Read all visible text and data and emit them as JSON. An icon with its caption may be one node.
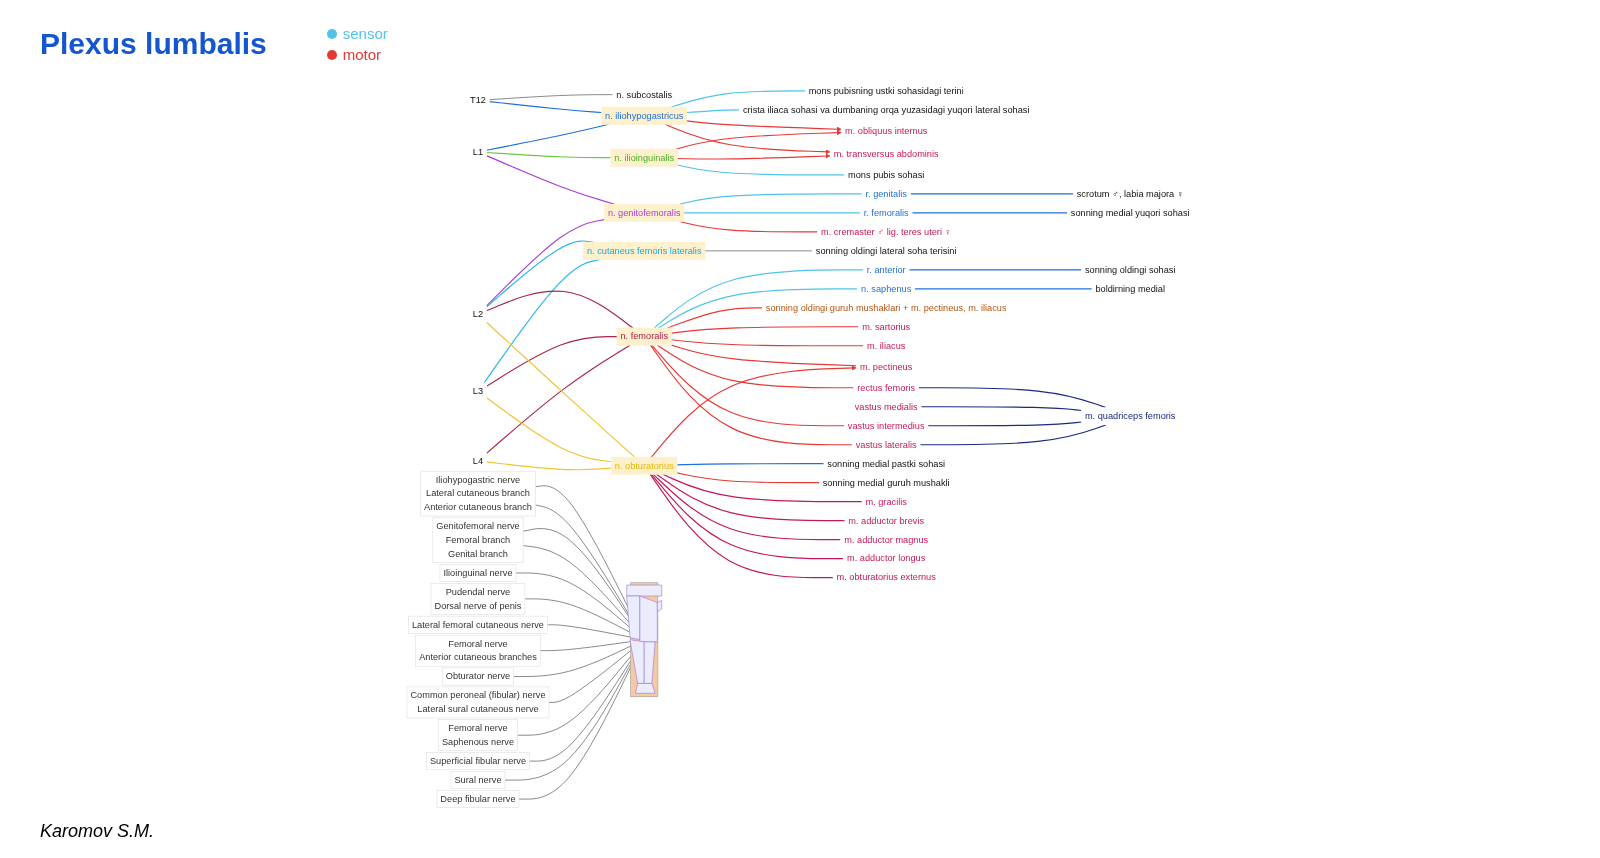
{
  "diagram": {
    "title": "Plexus lumbalis",
    "nodes": [
      {
        "text": [
          "T12"
        ]
      },
      {
        "text": [
          "L1"
        ]
      },
      {
        "text": [
          "L2"
        ]
      },
      {
        "text": [
          "L3"
        ]
      },
      {
        "text": [
          "L4"
        ]
      },
      {
        "text": [
          "n. subcostalis"
        ]
      },
      {
        "text": [
          "n. iliohypogastricus"
        ]
      },
      {
        "text": [
          "n. ilioinguinalis"
        ]
      },
      {
        "text": [
          "n. genitofemoralis"
        ]
      },
      {
        "text": [
          "n. cutaneus femoris lateralis"
        ]
      },
      {
        "text": [
          "n. femoralis"
        ]
      },
      {
        "text": [
          "n. obturatorius"
        ]
      },
      {
        "text": [
          "mons pubisning ustki sohasidagi terini"
        ]
      },
      {
        "text": [
          "crista iliaca sohasi va dumbaning orqa yuzasidagi yuqori lateral sohasi"
        ]
      },
      {
        "text": [
          "m. obliquus internus"
        ]
      },
      {
        "text": [
          "m. transversus abdominis"
        ]
      },
      {
        "text": [
          "mons pubis sohasi"
        ]
      },
      {
        "text": [
          "r. genitalis"
        ]
      },
      {
        "text": [
          "scrotum ♂, labia majora ♀"
        ]
      },
      {
        "text": [
          "r. femoralis"
        ]
      },
      {
        "text": [
          "sonning medial yuqori sohasi"
        ]
      },
      {
        "text": [
          "m. cremaster ♂ lig. teres uteri ♀"
        ]
      },
      {
        "text": [
          "sonning oldingi lateral soha terisini"
        ]
      },
      {
        "text": [
          "r. anterior"
        ]
      },
      {
        "text": [
          "sonning oldingi sohasi"
        ]
      },
      {
        "text": [
          "n. saphenus"
        ]
      },
      {
        "text": [
          "boldirning medial"
        ]
      },
      {
        "text": [
          "sonning oldingi guruh mushaklari + m. pectineus, m. iliacus"
        ]
      },
      {
        "text": [
          "m. sartorius"
        ]
      },
      {
        "text": [
          "m. iliacus"
        ]
      },
      {
        "text": [
          "m. pectineus"
        ]
      },
      {
        "text": [
          "rectus femoris"
        ]
      },
      {
        "text": [
          "vastus medialis"
        ]
      },
      {
        "text": [
          "vastus intermedius"
        ]
      },
      {
        "text": [
          "vastus lateralis"
        ]
      },
      {
        "text": [
          "m. quadriceps femoris"
        ]
      },
      {
        "text": [
          "sonning medial pastki sohasi"
        ]
      },
      {
        "text": [
          "sonning medial guruh mushakli"
        ]
      },
      {
        "text": [
          "m. gracilis"
        ]
      },
      {
        "text": [
          "m. adductor brevis"
        ]
      },
      {
        "text": [
          "m. adductor magnus"
        ]
      },
      {
        "text": [
          "m. adductor longus"
        ]
      },
      {
        "text": [
          "m. obturatorius externus"
        ]
      },
      {
        "text": [],
        "shape": "picture"
      },
      {
        "text": [
          "Iliohypogastric nerve",
          "Lateral cutaneous branch",
          "Anterior cutaneous branch"
        ]
      },
      {
        "text": [
          "Genitofemoral nerve",
          "Femoral branch",
          "Genital branch"
        ]
      },
      {
        "text": [
          "Ilioinguinal nerve"
        ]
      },
      {
        "text": [
          "Pudendal nerve",
          "Dorsal nerve of penis"
        ]
      },
      {
        "text": [
          "Lateral femoral cutaneous nerve"
        ]
      },
      {
        "text": [
          "Femoral nerve",
          "Anterior cutaneous branches"
        ]
      },
      {
        "text": [
          "Obturator nerve"
        ]
      },
      {
        "text": [
          "Common peroneal (fibular) nerve",
          "Lateral sural cutaneous nerve"
        ]
      },
      {
        "text": [
          "Femoral nerve",
          "Saphenous nerve"
        ]
      },
      {
        "text": [
          "Superficial fibular nerve"
        ]
      },
      {
        "text": [
          "Sural nerve"
        ]
      },
      {
        "text": [
          "Deep fibular nerve"
        ]
      }
    ],
    "edges": [
      {
        "from": 0,
        "to": 5,
        "arrow": "none"
      },
      {
        "from": 0,
        "to": 6,
        "arrow": "none",
        "color": "#1e6fd9"
      },
      {
        "from": 1,
        "to": 6,
        "arrow": "none",
        "color": "#1e6fd9"
      },
      {
        "from": 1,
        "to": 7,
        "arrow": "none",
        "color": "#6cc644"
      },
      {
        "from": 1,
        "to": 8,
        "arrow": "none",
        "color": "#a83fd6"
      },
      {
        "from": 2,
        "to": 8,
        "arrow": "none",
        "color": "#a83fd6"
      },
      {
        "from": 2,
        "to": 9,
        "arrow": "none",
        "color": "#29b6e6"
      },
      {
        "from": 3,
        "to": 9,
        "arrow": "none",
        "color": "#29b6e6"
      },
      {
        "from": 2,
        "to": 10,
        "arrow": "none",
        "color": "#a8234a"
      },
      {
        "from": 3,
        "to": 10,
        "arrow": "none",
        "color": "#a8234a"
      },
      {
        "from": 4,
        "to": 10,
        "arrow": "none",
        "color": "#a8234a"
      },
      {
        "from": 2,
        "to": 11,
        "arrow": "none",
        "color": "#f2c230"
      },
      {
        "from": 3,
        "to": 11,
        "arrow": "none",
        "color": "#f2c230"
      },
      {
        "from": 4,
        "to": 11,
        "arrow": "none",
        "color": "#f2c230"
      },
      {
        "from": 6,
        "to": 12,
        "arrow": "none",
        "color": "#4fc3e8"
      },
      {
        "from": 6,
        "to": 13,
        "arrow": "none",
        "color": "#4fc3e8"
      },
      {
        "from": 6,
        "to": 14,
        "arrow": "to",
        "color": "#e53935"
      },
      {
        "from": 6,
        "to": 15,
        "arrow": "to",
        "color": "#e53935"
      },
      {
        "from": 7,
        "to": 14,
        "arrow": "to",
        "color": "#e53935"
      },
      {
        "from": 7,
        "to": 15,
        "arrow": "to",
        "color": "#e53935"
      },
      {
        "from": 7,
        "to": 16,
        "arrow": "none",
        "color": "#4fc3e8"
      },
      {
        "from": 8,
        "to": 17,
        "arrow": "none",
        "color": "#4fc3e8"
      },
      {
        "from": 8,
        "to": 19,
        "arrow": "none",
        "color": "#4fc3e8"
      },
      {
        "from": 17,
        "to": 18,
        "arrow": "none",
        "color": "#1e6fd9"
      },
      {
        "from": 19,
        "to": 20,
        "arrow": "none",
        "color": "#1e6fd9"
      },
      {
        "from": 8,
        "to": 21,
        "arrow": "none",
        "color": "#e53935"
      },
      {
        "from": 9,
        "to": 22,
        "arrow": "none"
      },
      {
        "from": 10,
        "to": 23,
        "arrow": "none",
        "color": "#4fc3e8"
      },
      {
        "from": 10,
        "to": 25,
        "arrow": "none",
        "color": "#4fc3e8"
      },
      {
        "from": 23,
        "to": 24,
        "arrow": "none",
        "color": "#1e6fd9"
      },
      {
        "from": 25,
        "to": 26,
        "arrow": "none",
        "color": "#1e6fd9"
      },
      {
        "from": 10,
        "to": 27,
        "arrow": "none",
        "color": "#e53935"
      },
      {
        "from": 10,
        "to": 28,
        "arrow": "none",
        "color": "#e53935"
      },
      {
        "from": 10,
        "to": 29,
        "arrow": "none",
        "color": "#e53935"
      },
      {
        "from": 10,
        "to": 30,
        "arrow": "none",
        "color": "#e53935"
      },
      {
        "from": 10,
        "to": 31,
        "arrow": "none",
        "color": "#e53935"
      },
      {
        "from": 10,
        "to": 33,
        "arrow": "none",
        "color": "#e53935"
      },
      {
        "from": 10,
        "to": 34,
        "arrow": "none",
        "color": "#e53935"
      },
      {
        "from": 31,
        "to": 35,
        "arrow": "none",
        "color": "#1a2a80"
      },
      {
        "from": 32,
        "to": 35,
        "arrow": "none",
        "color": "#1a2a80"
      },
      {
        "from": 33,
        "to": 35,
        "arrow": "none",
        "color": "#1a2a80"
      },
      {
        "from": 34,
        "to": 35,
        "arrow": "none",
        "color": "#1a2a80"
      },
      {
        "from": 11,
        "to": 36,
        "arrow": "none",
        "color": "#1e6fd9"
      },
      {
        "from": 11,
        "to": 37,
        "arrow": "none",
        "color": "#e53935"
      },
      {
        "from": 11,
        "to": 30,
        "arrow": "to",
        "color": "#e53935"
      },
      {
        "from": 11,
        "to": 38,
        "arrow": "none",
        "color": "#c2185b"
      },
      {
        "from": 11,
        "to": 39,
        "arrow": "none",
        "color": "#c2185b"
      },
      {
        "from": 11,
        "to": 40,
        "arrow": "none",
        "color": "#c2185b"
      },
      {
        "from": 11,
        "to": 41,
        "arrow": "none",
        "color": "#c2185b"
      },
      {
        "from": 11,
        "to": 42,
        "arrow": "none",
        "color": "#c2185b"
      },
      {
        "from": 44,
        "to": 43,
        "arrow": "none"
      },
      {
        "from": 44,
        "to": 43,
        "arrow": "none"
      },
      {
        "from": 45,
        "to": 43,
        "arrow": "none"
      },
      {
        "from": 45,
        "to": 43,
        "arrow": "none"
      },
      {
        "from": 46,
        "to": 43,
        "arrow": "none"
      },
      {
        "from": 47,
        "to": 43,
        "arrow": "none"
      },
      {
        "from": 48,
        "to": 43,
        "arrow": "none"
      },
      {
        "from": 49,
        "to": 43,
        "arrow": "none"
      },
      {
        "from": 50,
        "to": 43,
        "arrow": "none"
      },
      {
        "from": 51,
        "to": 43,
        "arrow": "none"
      },
      {
        "from": 52,
        "to": 43,
        "arrow": "none"
      },
      {
        "from": 53,
        "to": 43,
        "arrow": "none"
      },
      {
        "from": 54,
        "to": 43,
        "arrow": "none"
      },
      {
        "from": 55,
        "to": 43,
        "arrow": "none"
      }
    ],
    "labels": [
      "Karomov S.M."
    ],
    "legend": [
      {
        "text": "sensor",
        "color": "#4fc3e8"
      },
      {
        "text": "motor",
        "color": "#e53935"
      }
    ]
  }
}
